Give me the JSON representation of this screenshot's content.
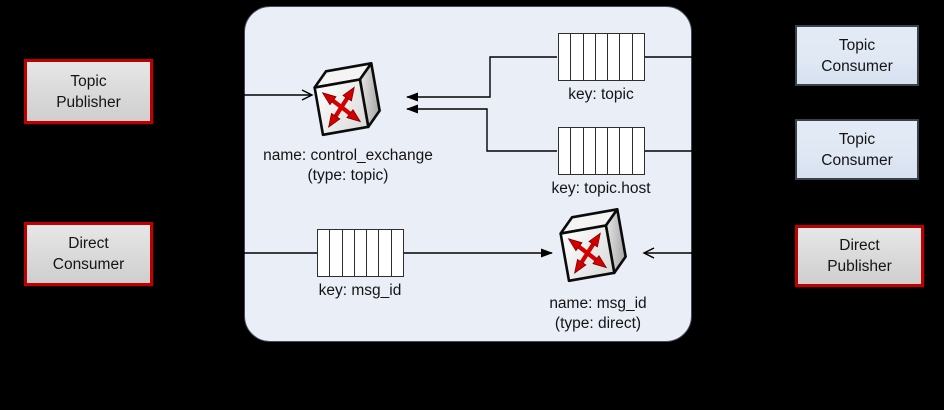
{
  "nodes": {
    "topic_publisher": {
      "line1": "Topic",
      "line2": "Publisher"
    },
    "direct_consumer": {
      "line1": "Direct",
      "line2": "Consumer"
    },
    "topic_consumer_1": {
      "line1": "Topic",
      "line2": "Consumer"
    },
    "topic_consumer_2": {
      "line1": "Topic",
      "line2": "Consumer"
    },
    "direct_publisher": {
      "line1": "Direct",
      "line2": "Publisher"
    }
  },
  "exchanges": {
    "control_exchange": {
      "name_label": "name: control_exchange",
      "type_label": "(type: topic)"
    },
    "msg_id_exchange": {
      "name_label": "name: msg_id",
      "type_label": "(type: direct)"
    }
  },
  "queues": {
    "topic": {
      "label": "key: topic"
    },
    "topic_host": {
      "label": "key: topic.host"
    },
    "msg_id": {
      "label": "key: msg_id"
    }
  },
  "connections": [
    {
      "from": "Topic Publisher",
      "to": "control_exchange",
      "style": "open-arrow"
    },
    {
      "from": "queue key: topic",
      "to": "control_exchange",
      "style": "filled-arrow"
    },
    {
      "from": "queue key: topic.host",
      "to": "control_exchange",
      "style": "filled-arrow"
    },
    {
      "from": "queue key: topic",
      "to": "Topic Consumer (top)",
      "style": "plain-line"
    },
    {
      "from": "queue key: topic.host",
      "to": "Topic Consumer (bottom)",
      "style": "plain-line"
    },
    {
      "from": "queue key: msg_id",
      "to": "Direct Consumer",
      "style": "filled-arrow"
    },
    {
      "from": "queue key: msg_id",
      "to": "msg_id exchange",
      "style": "filled-arrow"
    },
    {
      "from": "Direct Publisher",
      "to": "msg_id exchange",
      "style": "open-arrow"
    }
  ],
  "colors": {
    "background": "#000000",
    "broker_panel_fill": "#e9eef7",
    "broker_panel_border": "#414b55",
    "red_border": "#c00000",
    "red_box_fill": "#d9d9d9",
    "blue_box_fill": "#dfe8f4",
    "blue_box_border": "#39424c",
    "line_color": "#000000",
    "exchange_arrow_red": "#d40000",
    "text_color": "#141414"
  },
  "icons": {
    "exchange": "exchange-switch-icon",
    "queue": "queue-segments-icon"
  }
}
